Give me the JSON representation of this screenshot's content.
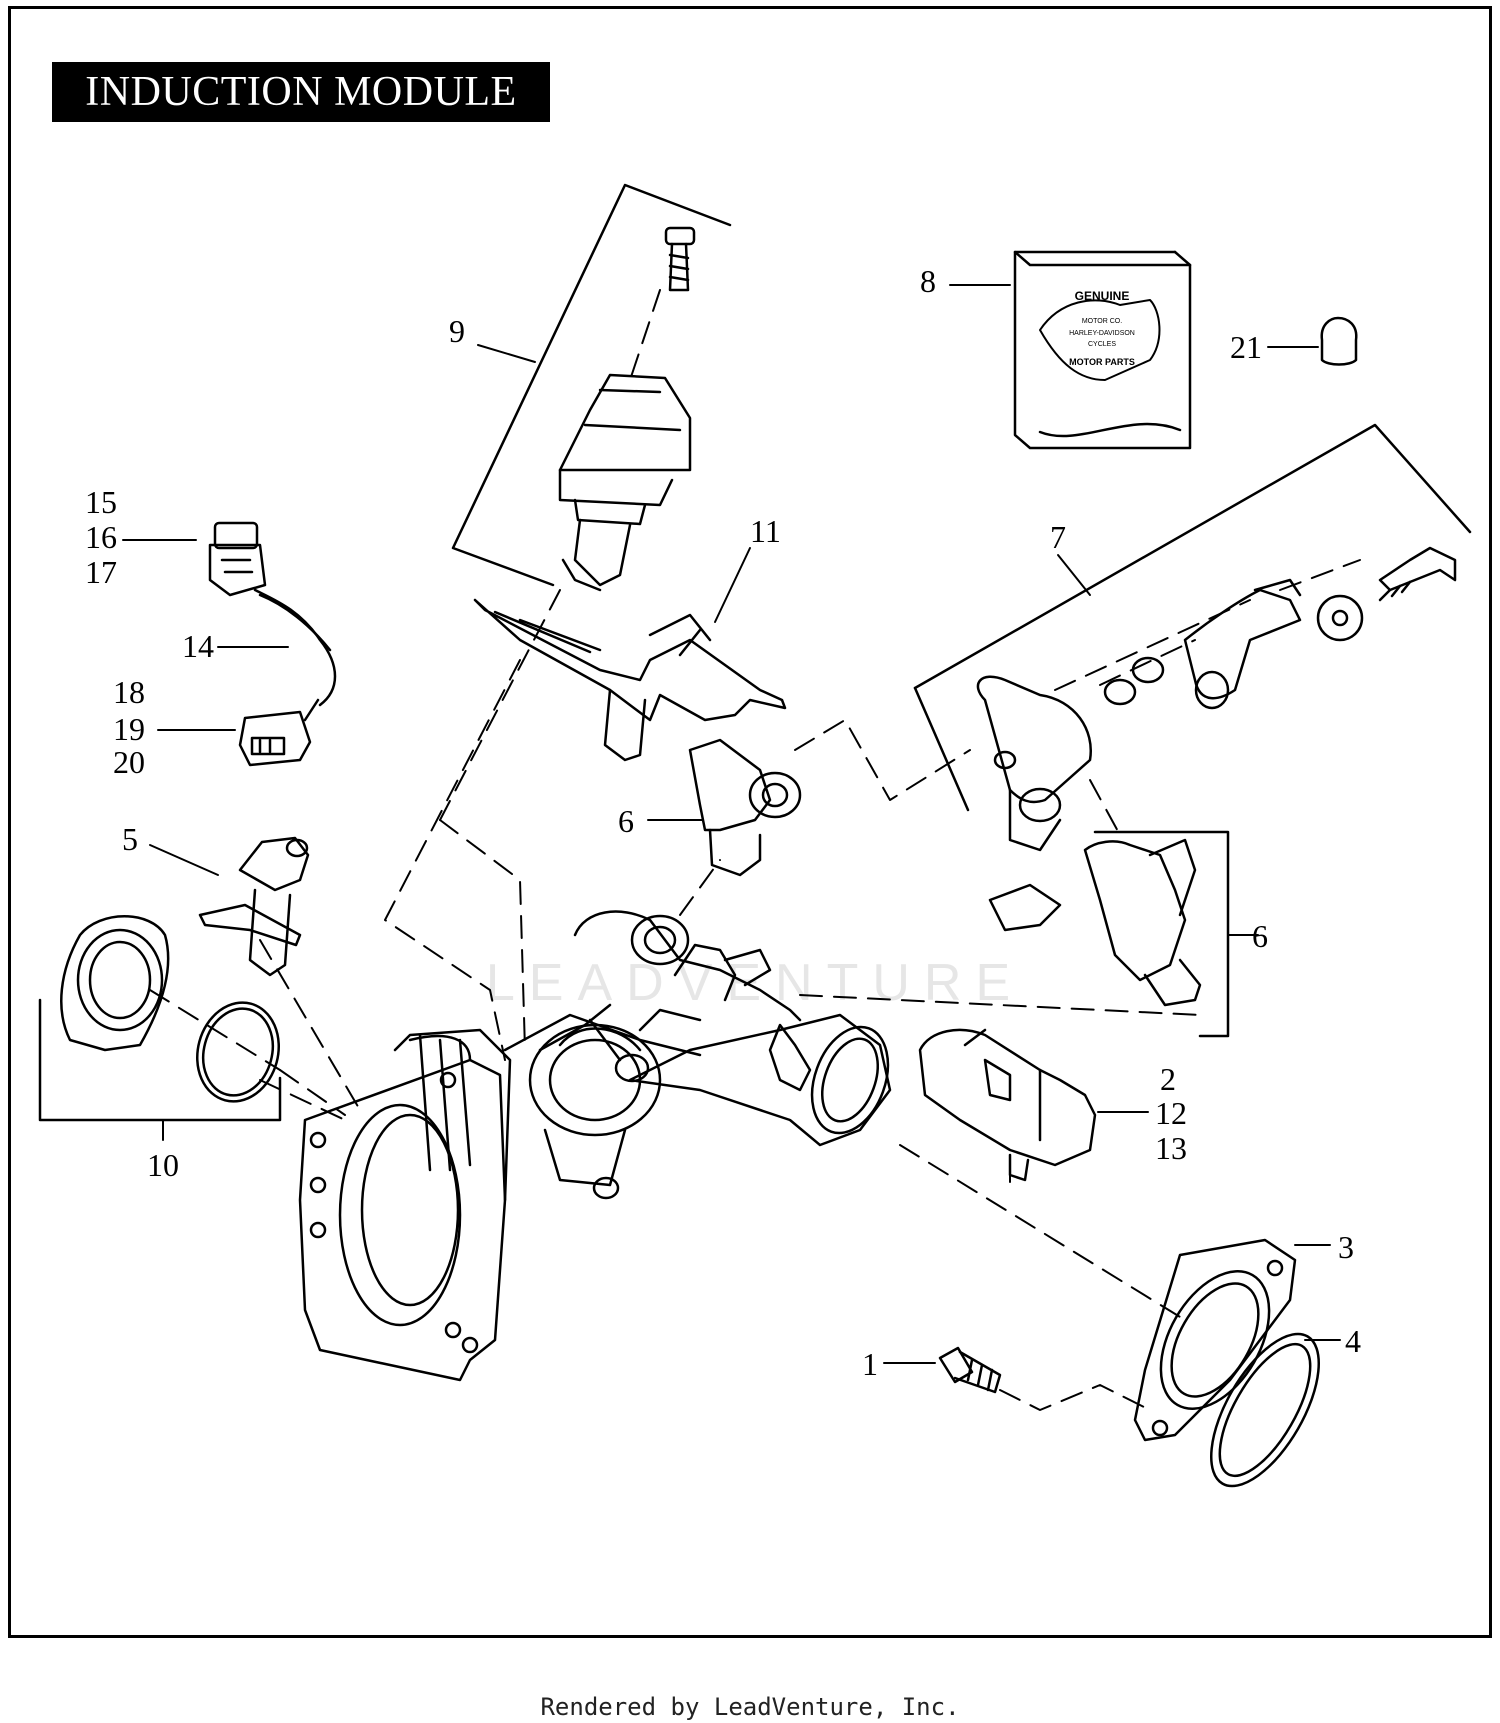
{
  "title": "INDUCTION MODULE",
  "watermark": "LEADVENTURE",
  "footer": "Rendered by LeadVenture, Inc.",
  "logo": {
    "top_word": "GENUINE",
    "brand": "HARLEY-DAVIDSON",
    "sub_top": "MOTOR CO.",
    "sub_bottom": "CYCLES",
    "bottom_word": "MOTOR PARTS"
  },
  "callouts": {
    "c1": "1",
    "c2": "2",
    "c12": "12",
    "c13": "13",
    "c3": "3",
    "c4": "4",
    "c5": "5",
    "c6a": "6",
    "c6b": "6",
    "c7": "7",
    "c8": "8",
    "c9": "9",
    "c10": "10",
    "c11": "11",
    "c14": "14",
    "c15": "15",
    "c16": "16",
    "c17": "17",
    "c18": "18",
    "c19": "19",
    "c20": "20",
    "c21": "21"
  },
  "colors": {
    "ink": "#000000",
    "paper": "#ffffff",
    "watermark": "#e6e6e6"
  }
}
